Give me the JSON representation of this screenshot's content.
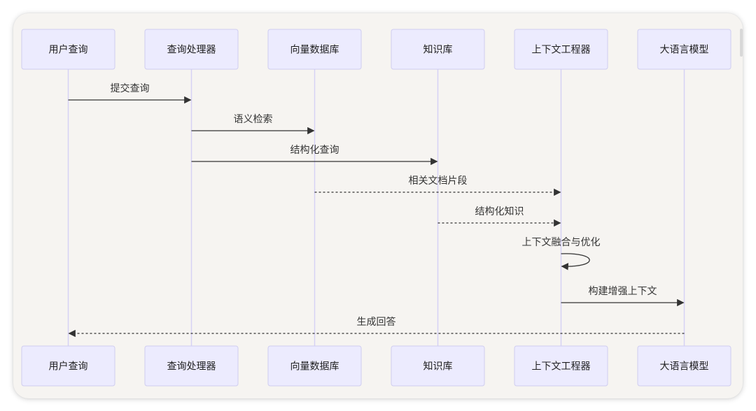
{
  "participants": [
    {
      "id": "user",
      "label": "用户查询"
    },
    {
      "id": "query_processor",
      "label": "查询处理器"
    },
    {
      "id": "vector_db",
      "label": "向量数据库"
    },
    {
      "id": "knowledge_base",
      "label": "知识库"
    },
    {
      "id": "context_engineer",
      "label": "上下文工程器"
    },
    {
      "id": "llm",
      "label": "大语言模型"
    }
  ],
  "messages": [
    {
      "from": "user",
      "to": "query_processor",
      "label": "提交查询",
      "style": "solid"
    },
    {
      "from": "query_processor",
      "to": "vector_db",
      "label": "语义检索",
      "style": "solid"
    },
    {
      "from": "query_processor",
      "to": "knowledge_base",
      "label": "结构化查询",
      "style": "solid"
    },
    {
      "from": "vector_db",
      "to": "context_engineer",
      "label": "相关文档片段",
      "style": "dashed"
    },
    {
      "from": "knowledge_base",
      "to": "context_engineer",
      "label": "结构化知识",
      "style": "dashed"
    },
    {
      "from": "context_engineer",
      "to": "context_engineer",
      "label": "上下文融合与优化",
      "style": "self"
    },
    {
      "from": "context_engineer",
      "to": "llm",
      "label": "构建增强上下文",
      "style": "solid"
    },
    {
      "from": "llm",
      "to": "user",
      "label": "生成回答",
      "style": "dashed"
    }
  ],
  "colors": {
    "background": "#f6f4f1",
    "participant_fill": "#ecebfe",
    "participant_border": "#cfcdf0",
    "lifeline": "#d6d1f5",
    "arrow": "#333333"
  }
}
